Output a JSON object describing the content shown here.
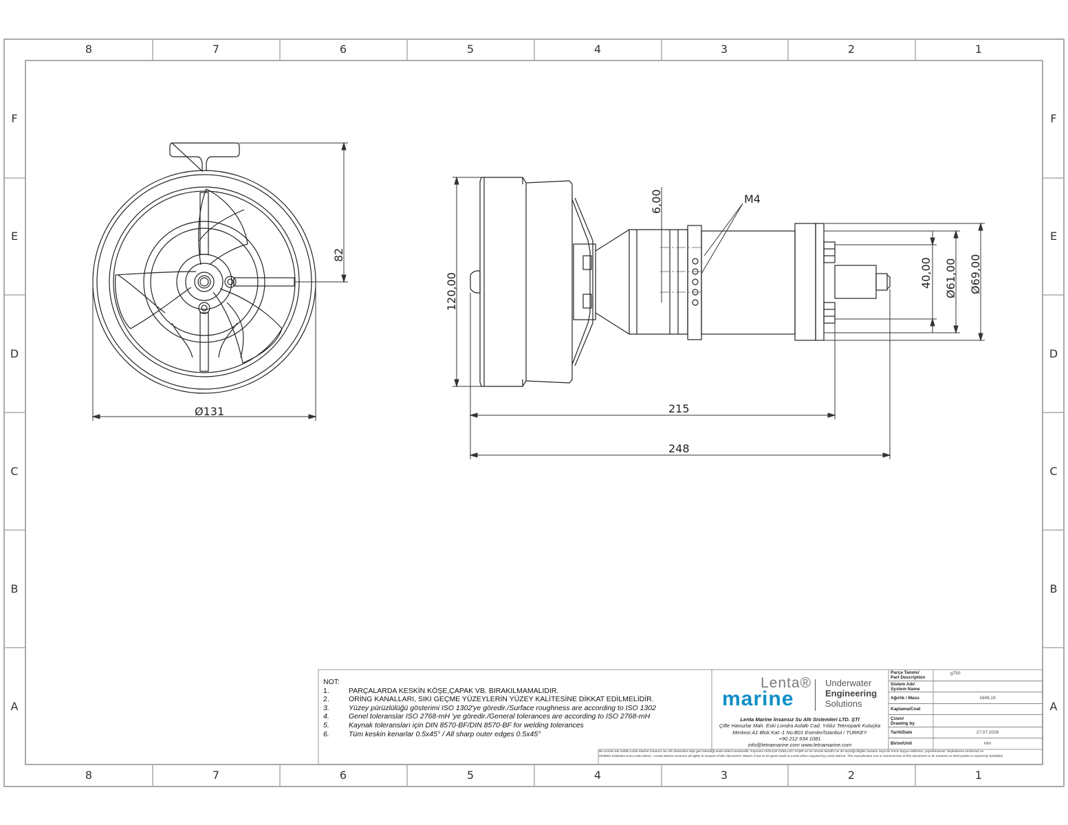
{
  "zones": {
    "columns": [
      "8",
      "7",
      "6",
      "5",
      "4",
      "3",
      "2",
      "1"
    ],
    "rows": [
      "F",
      "E",
      "D",
      "C",
      "B",
      "A"
    ]
  },
  "dimensions": {
    "front_height": "82",
    "front_diameter": "Ø131",
    "side_height": "120,00",
    "offset": "6,00",
    "thread": "M4",
    "d40": "40,00",
    "d61": "Ø61,00",
    "d69": "Ø69,00",
    "len215": "215",
    "len248": "248"
  },
  "notes": {
    "title": "NOT:",
    "items": [
      {
        "num": "1.",
        "text": "PARÇALARDA KESKİN KÖŞE,ÇAPAK VB. BIRAKILMAMALIDIR."
      },
      {
        "num": "2.",
        "text": "ORİNG KANALLARI, SIKI GEÇME YÜZEYLERİN YÜZEY KALİTESİNE DİKKAT EDİLMELİDİR."
      },
      {
        "num": "3.",
        "text": "Yüzey pürüzlülüğü gösterimi ISO 1302'ye göredir./Surface roughness are according to ISO 1302"
      },
      {
        "num": "4.",
        "text": "Genel toleranslar ISO 2768-mH 'ye göredir./General tolerances are according to ISO 2768-mH"
      },
      {
        "num": "5.",
        "text": "Kaynak toleransları için DIN 8570-BF/DIN 8570-BF for welding tolerances"
      },
      {
        "num": "6.",
        "text": "Tüm keskin kenarlar 0.5x45° / All sharp outer edges 0.5x45°"
      }
    ]
  },
  "company": {
    "logo_top": "Lenta®",
    "logo_main": "marine",
    "tag1": "Underwater",
    "tag2": "Engineering",
    "tag3": "Solutions",
    "name": "Lenta Marine İnsansız Su Altı Sistemleri LTD. ŞTİ",
    "addr1": "Çifte Havuzlar Mah. Eski Londra Asfaltı Cad. Yıldız Teknopark Kuluçka",
    "addr2": "Merkezi A1 Blok Kat:-1 No:B01 Esenler/İstanbul / TURKEY",
    "phone": "+90 212 934 1081",
    "web": "info@letnamarine.com  www.letnamarine.com"
  },
  "title_block": [
    {
      "label": "Parça Tanımı/\nPart Description",
      "value": "g750"
    },
    {
      "label": "Sistem Adı/\nSystem Name",
      "value": ""
    },
    {
      "label": "Ağırlık / Mass",
      "value": "1606,19"
    },
    {
      "label": "Kaplama/Coat",
      "value": ""
    },
    {
      "label": "Çizen/\nDrawing by",
      "value": ""
    },
    {
      "label": "Tarih/Date",
      "value": "27.07.2026"
    },
    {
      "label": "Birim/Unit",
      "value": "mm"
    }
  ],
  "legal": {
    "line1": "Bu resmin tek sahibi  Lenta Marine İnsansız Su Altı Sistemleri olup geri istendiği anda iadesi mecburidir. Kapsamı GİZLİLİK ÖZELLİĞİ TAŞIR ve ne resmin kendisi ne de taşıdığı bilgiler tamamı veya bir kısmı kopya edilemez, yayınlanamaz, başkalarına verilemez ve",
    "line2": "İZNİMİZ DIŞINDA KULLANILAMAZ. / Lenta Marine reserves all rights in respect of this document. Return it has to be given back to Lenta when required by Lenta Marine. The reproduction use or transmission of this document or its contents to third parties is expressly forbidden"
  }
}
